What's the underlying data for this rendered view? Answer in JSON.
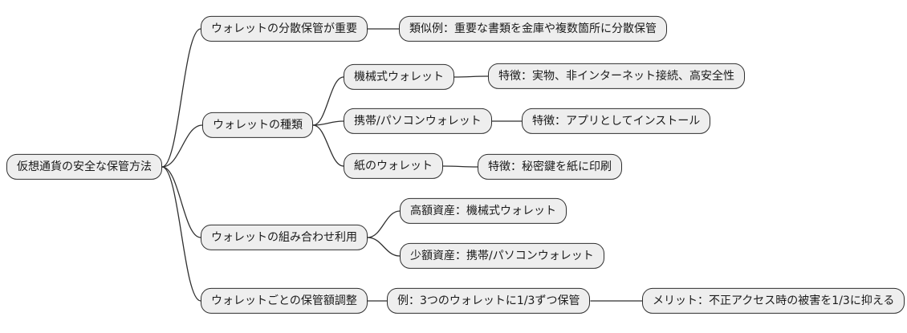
{
  "mindmap": {
    "root": {
      "label": "仮想通貨の安全な保管方法"
    },
    "branches": [
      {
        "label": "ウォレットの分散保管が重要",
        "children": [
          {
            "label": "類似例：重要な書類を金庫や複数箇所に分散保管"
          }
        ]
      },
      {
        "label": "ウォレットの種類",
        "children": [
          {
            "label": "機械式ウォレット",
            "children": [
              {
                "label": "特徴：実物、非インターネット接続、高安全性"
              }
            ]
          },
          {
            "label": "携帯/パソコンウォレット",
            "children": [
              {
                "label": "特徴：アプリとしてインストール"
              }
            ]
          },
          {
            "label": "紙のウォレット",
            "children": [
              {
                "label": "特徴：秘密鍵を紙に印刷"
              }
            ]
          }
        ]
      },
      {
        "label": "ウォレットの組み合わせ利用",
        "children": [
          {
            "label": "高額資産：機械式ウォレット"
          },
          {
            "label": "少額資産：携帯/パソコンウォレット"
          }
        ]
      },
      {
        "label": "ウォレットごとの保管額調整",
        "children": [
          {
            "label": "例：3つのウォレットに1/3ずつ保管",
            "children": [
              {
                "label": "メリット：不正アクセス時の被害を1/3に抑える"
              }
            ]
          }
        ]
      }
    ],
    "colors": {
      "background": "#ffffff",
      "node_fill": "#eeeeee",
      "node_border": "#2f2f2f",
      "node_text": "#1a1a1a",
      "line": "#2f2f2f"
    }
  }
}
